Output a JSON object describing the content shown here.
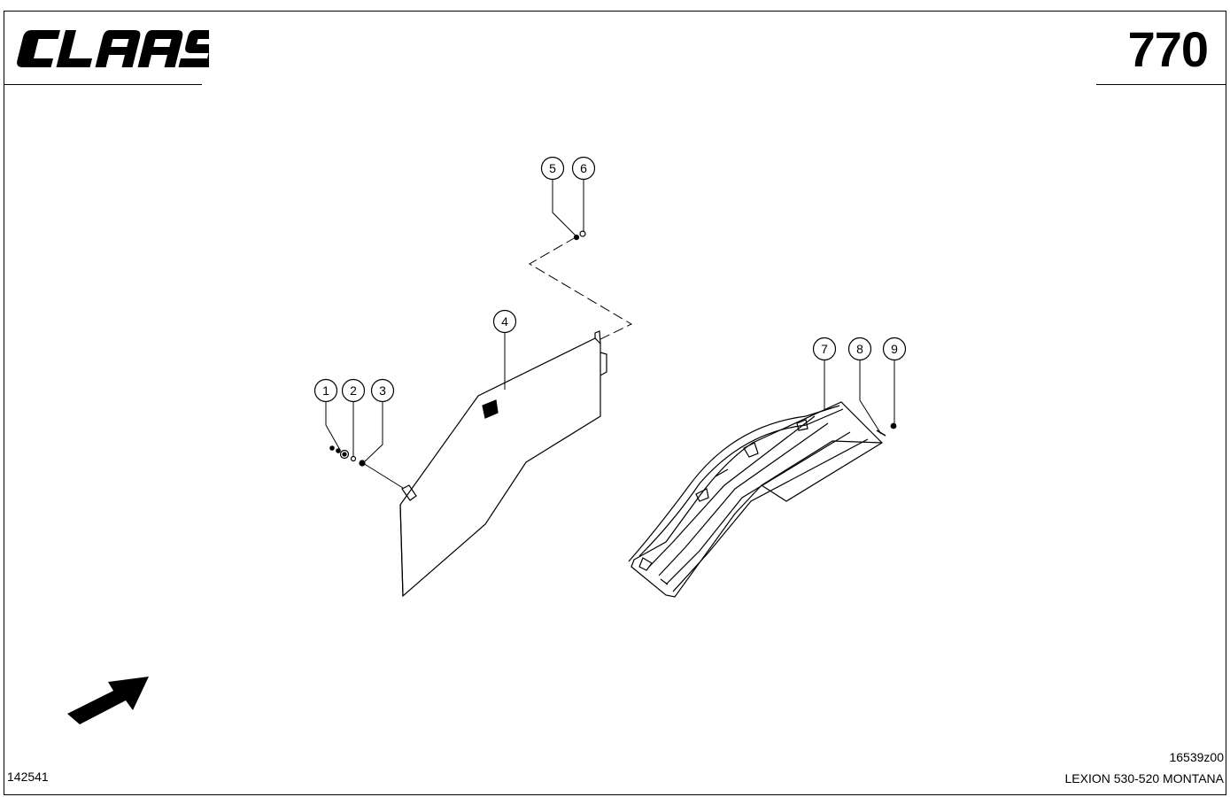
{
  "header": {
    "brand": "CLAAS",
    "page_number": "770"
  },
  "callouts": [
    "1",
    "2",
    "3",
    "4",
    "5",
    "6",
    "7",
    "8",
    "9"
  ],
  "footer": {
    "doc_number": "142541",
    "drawing_number": "16539z00",
    "model": "LEXION 530-520 MONTANA"
  },
  "icons": {
    "logo": "claas-logo",
    "direction": "direction-arrow-icon"
  }
}
